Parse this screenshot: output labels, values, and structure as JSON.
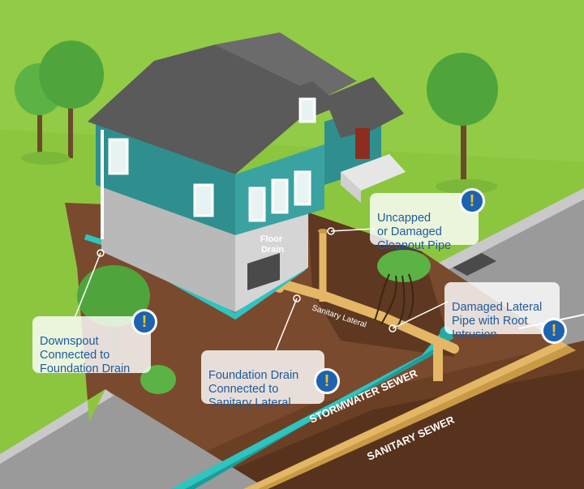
{
  "callouts": {
    "cleanout": "Uncapped\nor Damaged\nCleanout Pipe",
    "lateral_root": "Damaged Lateral\nPipe with Root\nIntrusion",
    "downspout": "Downspout\nConnected to\nFoundation Drain",
    "foundation": "Foundation Drain\nConnected to\nSanitary Lateral"
  },
  "labels": {
    "floor_drain": "Floor\nDrain",
    "sanitary_lateral": "Sanitary Lateral",
    "stormwater_sewer": "STORMWATER SEWER",
    "sanitary_sewer": "SANITARY SEWER"
  },
  "alert_glyph": "!",
  "colors": {
    "grass": "#8cc63f",
    "soil": "#7a4a2e",
    "house_teal": "#2f8f8f",
    "roof": "#5a5a5a",
    "foundation": "#b9b9b9",
    "storm_pipe": "#2ec4c0",
    "sanitary_pipe": "#e3b765",
    "street": "#9a9a9a",
    "alert_blue": "#1e63b0",
    "alert_yellow": "#f6c21c",
    "callout_text": "#1f5a9c"
  }
}
